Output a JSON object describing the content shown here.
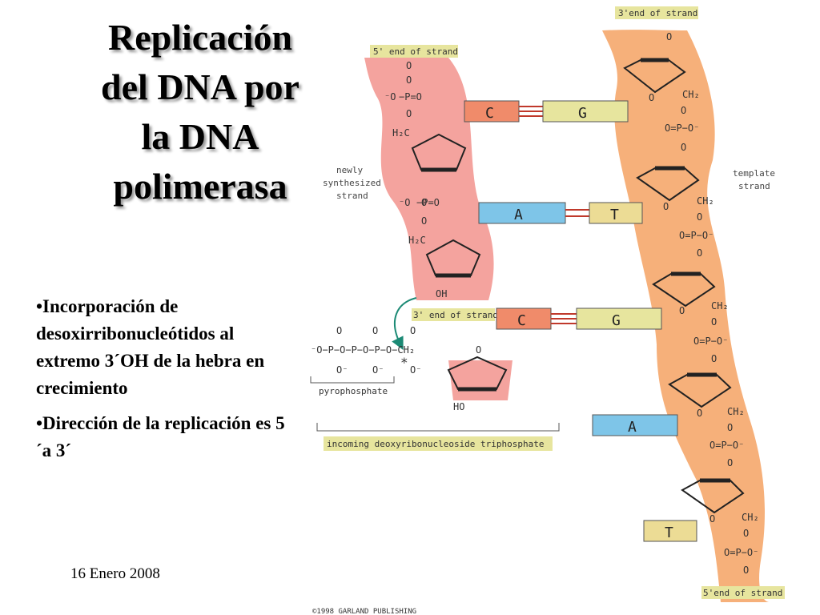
{
  "slide": {
    "title_lines": [
      "Replicación",
      "del DNA por",
      "la DNA",
      "polimerasa"
    ],
    "bullets": [
      "•Incorporación de desoxirribonucleótidos al extremo 3´OH de la hebra en crecimiento",
      "•Dirección de la replicación es 5´a 3´"
    ],
    "footer_date": "16 Enero 2008"
  },
  "diagram": {
    "labels": {
      "five_end_top": "5' end of strand",
      "three_end_top": "3'end of strand",
      "newly_synth": [
        "newly",
        "synthesized",
        "strand"
      ],
      "template": [
        "template",
        "strand"
      ],
      "three_end_mid": "3' end of strand",
      "pyrophosphate": "pyrophosphate",
      "incoming": "incoming deoxyribonucleoside triphosphate",
      "five_end_bottom": "5'end of strand",
      "copyright": "©1998 GARLAND PUBLISHING"
    },
    "bases": {
      "pair1": [
        "C",
        "G"
      ],
      "pair2": [
        "A",
        "T"
      ],
      "pair3": [
        "C",
        "G"
      ],
      "unpaired1": "A",
      "unpaired2": "T"
    },
    "chem": {
      "o": "O",
      "oneg": "⁻O",
      "p_o": "−P=O",
      "h2c": "H₂C",
      "ch2": "CH₂",
      "o_p_o": "O=P−O⁻",
      "oh": "OH",
      "ho": "HO",
      "triphosphate": "⁻O−P−O−P−O−P−O−CH₂",
      "ominus": "O⁻",
      "star": "*"
    },
    "colors": {
      "new_strand": "#f4a39e",
      "template_strand": "#f6b07a",
      "c_box": "#f08b6a",
      "g_box": "#e7e59e",
      "a_box": "#7ec5e8",
      "t_box": "#ecdc95"
    }
  }
}
